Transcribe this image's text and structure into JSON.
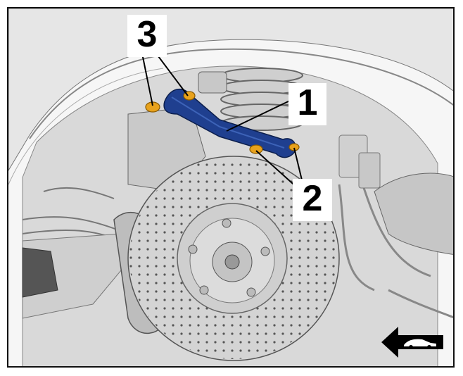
{
  "callouts": [
    {
      "id": "3",
      "label": "3"
    },
    {
      "id": "1",
      "label": "1"
    },
    {
      "id": "2",
      "label": "2"
    }
  ],
  "icons": {
    "direction": "car-forward-direction-icon"
  },
  "colors": {
    "control_arm": "#1f3f8f",
    "bushing": "#e8a21c",
    "background": "#ffffff",
    "frame": "#111111"
  }
}
